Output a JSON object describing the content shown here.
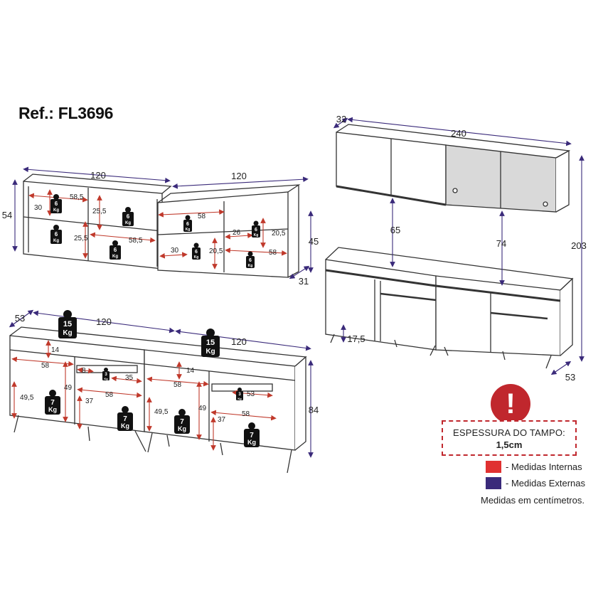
{
  "header": {
    "reference": "Ref.: FL3696"
  },
  "dimensions": {
    "shelf_left_width": "120",
    "shelf_right_width": "120",
    "shelf_height": "54",
    "shelf_right_height": "45",
    "shelf_depth": "31",
    "shelf_int_58_5_a": "58,5",
    "shelf_int_58_5_b": "58,5",
    "shelf_int_30_a": "30",
    "shelf_int_30_b": "30",
    "shelf_int_25_5_a": "25,5",
    "shelf_int_25_5_b": "25,5",
    "shelf_int_58_a": "58",
    "shelf_int_58_b": "58",
    "shelf_int_26": "26",
    "shelf_int_20_5_a": "20,5",
    "shelf_int_20_5_b": "20,5",
    "wall_depth": "32",
    "wall_width": "240",
    "gap_65": "65",
    "gap_74": "74",
    "total_height": "203",
    "leg_height": "17,5",
    "base_depth_right": "53",
    "base_depth_left": "53",
    "base_left_width": "120",
    "base_right_width": "120",
    "base_height": "84",
    "base_int_14_a": "14",
    "base_int_14_b": "14",
    "base_int_58_a": "58",
    "base_int_58_b": "58",
    "base_int_58_c": "58",
    "base_int_58_d": "58",
    "base_int_8": "8",
    "base_int_35": "35",
    "base_int_53": "53",
    "base_int_49_5_a": "49,5",
    "base_int_49_5_b": "49,5",
    "base_int_49_a": "49",
    "base_int_49_b": "49",
    "base_int_37_a": "37",
    "base_int_37_b": "37"
  },
  "weights": {
    "w6a": [
      "6",
      "Kg"
    ],
    "w6b": [
      "6",
      "Kg"
    ],
    "w6c": [
      "6",
      "Kg"
    ],
    "w6d": [
      "6",
      "Kg"
    ],
    "w6e": [
      "6",
      "Kg"
    ],
    "w6f": [
      "6",
      "Kg"
    ],
    "w6g": [
      "6",
      "Kg"
    ],
    "w6h": [
      "6",
      "Kg"
    ],
    "w15a": [
      "15",
      "Kg"
    ],
    "w15b": [
      "15",
      "Kg"
    ],
    "w7a": [
      "7",
      "Kg"
    ],
    "w7b": [
      "7",
      "Kg"
    ],
    "w7c": [
      "7",
      "Kg"
    ],
    "w7d": [
      "7",
      "Kg"
    ],
    "w3a": [
      "3",
      "Kg"
    ],
    "w3b": [
      "3",
      "Kg"
    ]
  },
  "notice": {
    "line1": "ESPESSURA DO TAMPO:",
    "line2": "1,5cm",
    "symbol": "!"
  },
  "legend": {
    "internal": "- Medidas Internas",
    "external": "- Medidas Externas",
    "internal_color": "#e03131",
    "external_color": "#3a2a7a"
  },
  "footnote": "Medidas em centímetros.",
  "colors": {
    "internal_arrow": "#c0392b",
    "external_arrow": "#3a2a7a",
    "line": "#333333",
    "glass": "#d9d9d9"
  }
}
